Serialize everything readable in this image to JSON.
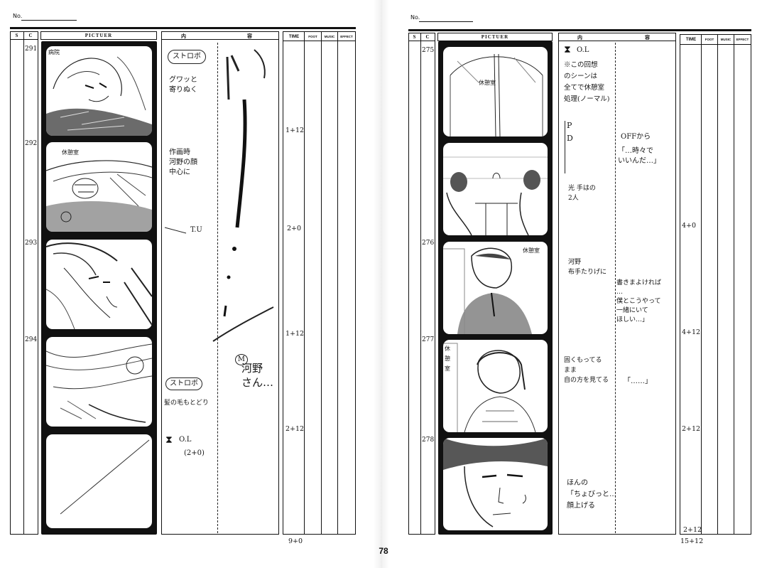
{
  "page_number": "78",
  "headers": {
    "no": "No.",
    "s": "S",
    "c": "C",
    "picture": "PICTUER",
    "naiyou_left": "内",
    "naiyou_right": "容",
    "time": "TIME",
    "foot": "FOOT",
    "music": "MUSIC",
    "effect": "EFFECT"
  },
  "left": {
    "cuts": [
      "291",
      "292",
      "293",
      "294"
    ],
    "frame_labels": [
      "病院",
      "休憩室"
    ],
    "notes": {
      "a": "ストロボ",
      "b": "グワッと\n寄りぬく",
      "c": "作画時\n河野の顔\n中心に",
      "d": "T.U",
      "e": "ストロボ",
      "f": "髪の毛もとどり",
      "g": "O.L",
      "h": "(2+0)",
      "dialogue_mark": "M",
      "dialogue": "河野\nさん…"
    },
    "times": [
      "1+12",
      "2+0",
      "1+12",
      "2+12"
    ],
    "total_time": "9+0"
  },
  "right": {
    "cuts": [
      "275",
      "276",
      "277",
      "278"
    ],
    "frame_labels": [
      "休憩室",
      "休憩室",
      "休憩室"
    ],
    "notes": {
      "a": "O.L",
      "b": "※この回想\nのシーンは\n全てで休憩室\n処理(ノーマル)",
      "c": "P\nD",
      "d": "OFFから",
      "e": "「…時々で\nいいんだ…」",
      "f": "光 手はの\n2人",
      "g": "河野\n布手たりげに",
      "h": "書きまよければ\n…\n僕とこうやって\n一緒にいて\nほしい…」",
      "i": "固くもってる\nまま\n自の方を見てる",
      "j": "「……」",
      "k": "ほんの\n「ちょびっと…\n顔上げる"
    },
    "times": [
      "4+0",
      "4+12",
      "2+12",
      "2+12"
    ],
    "total_time": "15+12"
  }
}
